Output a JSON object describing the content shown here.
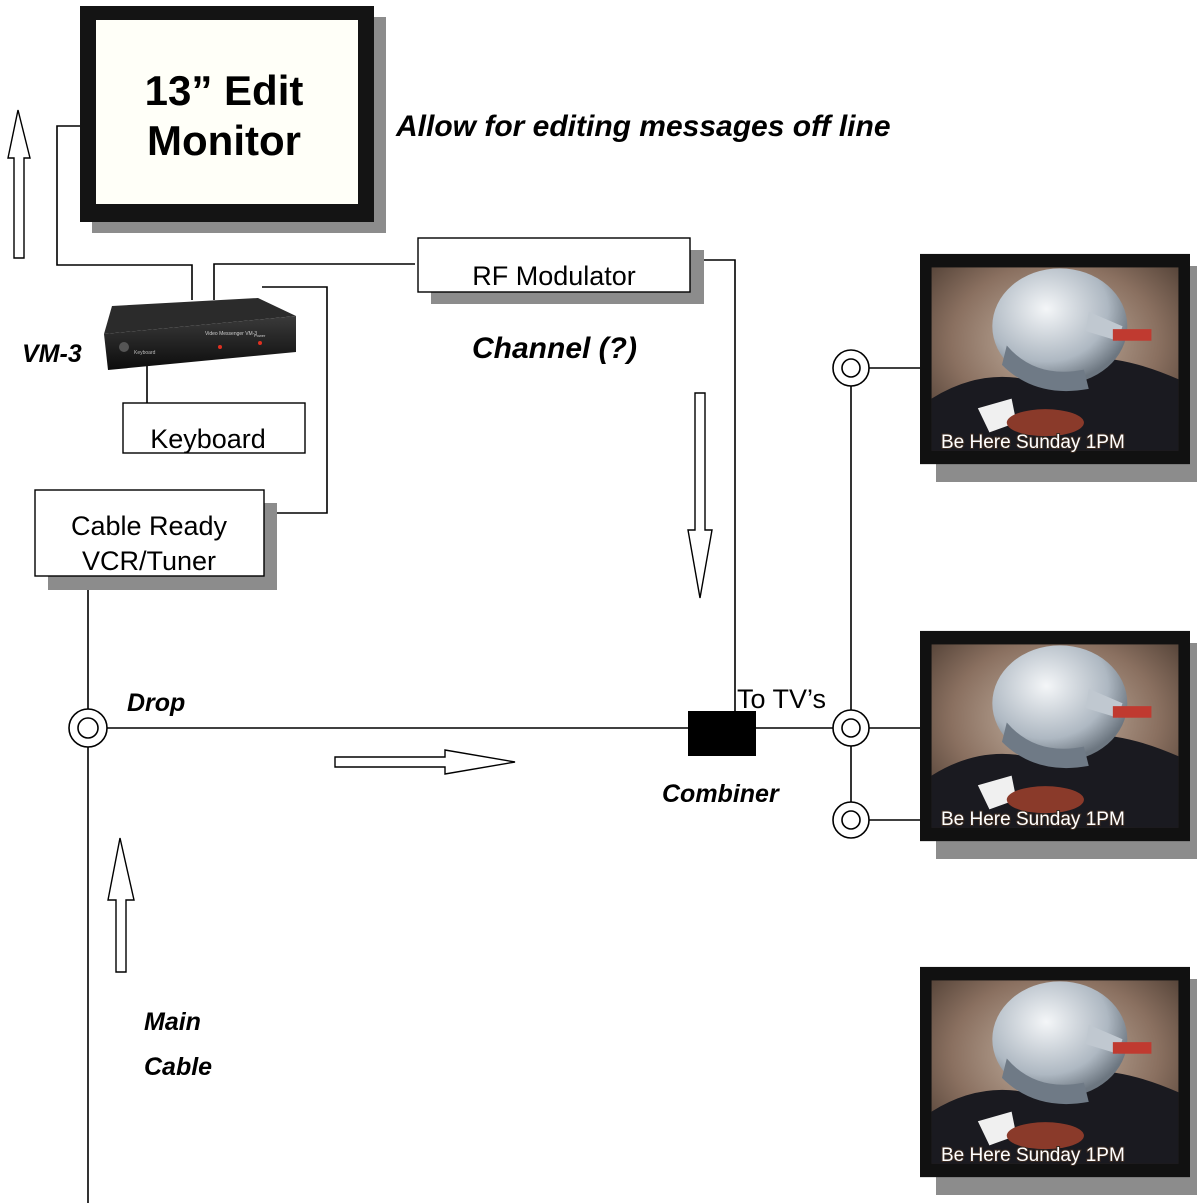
{
  "monitor": {
    "line1": "13” Edit",
    "line2": "Monitor"
  },
  "notes": {
    "edit_offline": "Allow for editing messages off line",
    "channel": "Channel (?)"
  },
  "components": {
    "vm3_label": "VM-3",
    "vm3_panel_title": "Video Messenger VM-3",
    "vm3_keyboard_port": "Keyboard",
    "vm3_power": "Power",
    "rf_modulator": "RF Modulator",
    "keyboard": "Keyboard",
    "vcr_line1": "Cable Ready",
    "vcr_line2": "VCR/Tuner",
    "combiner": "Combiner"
  },
  "labels": {
    "drop": "Drop",
    "to_tvs": "To TV’s",
    "main_cable_line1": "Main",
    "main_cable_line2": "Cable"
  },
  "tv_screens": [
    {
      "caption": "Be Here Sunday 1PM"
    },
    {
      "caption": "Be Here Sunday 1PM"
    },
    {
      "caption": "Be Here Sunday 1PM"
    }
  ],
  "colors": {
    "line": "#000000",
    "shadow": "#8c8c8c",
    "monitor_screen": "#fffff8",
    "combiner": "#000000",
    "tv_frame": "#111111"
  }
}
